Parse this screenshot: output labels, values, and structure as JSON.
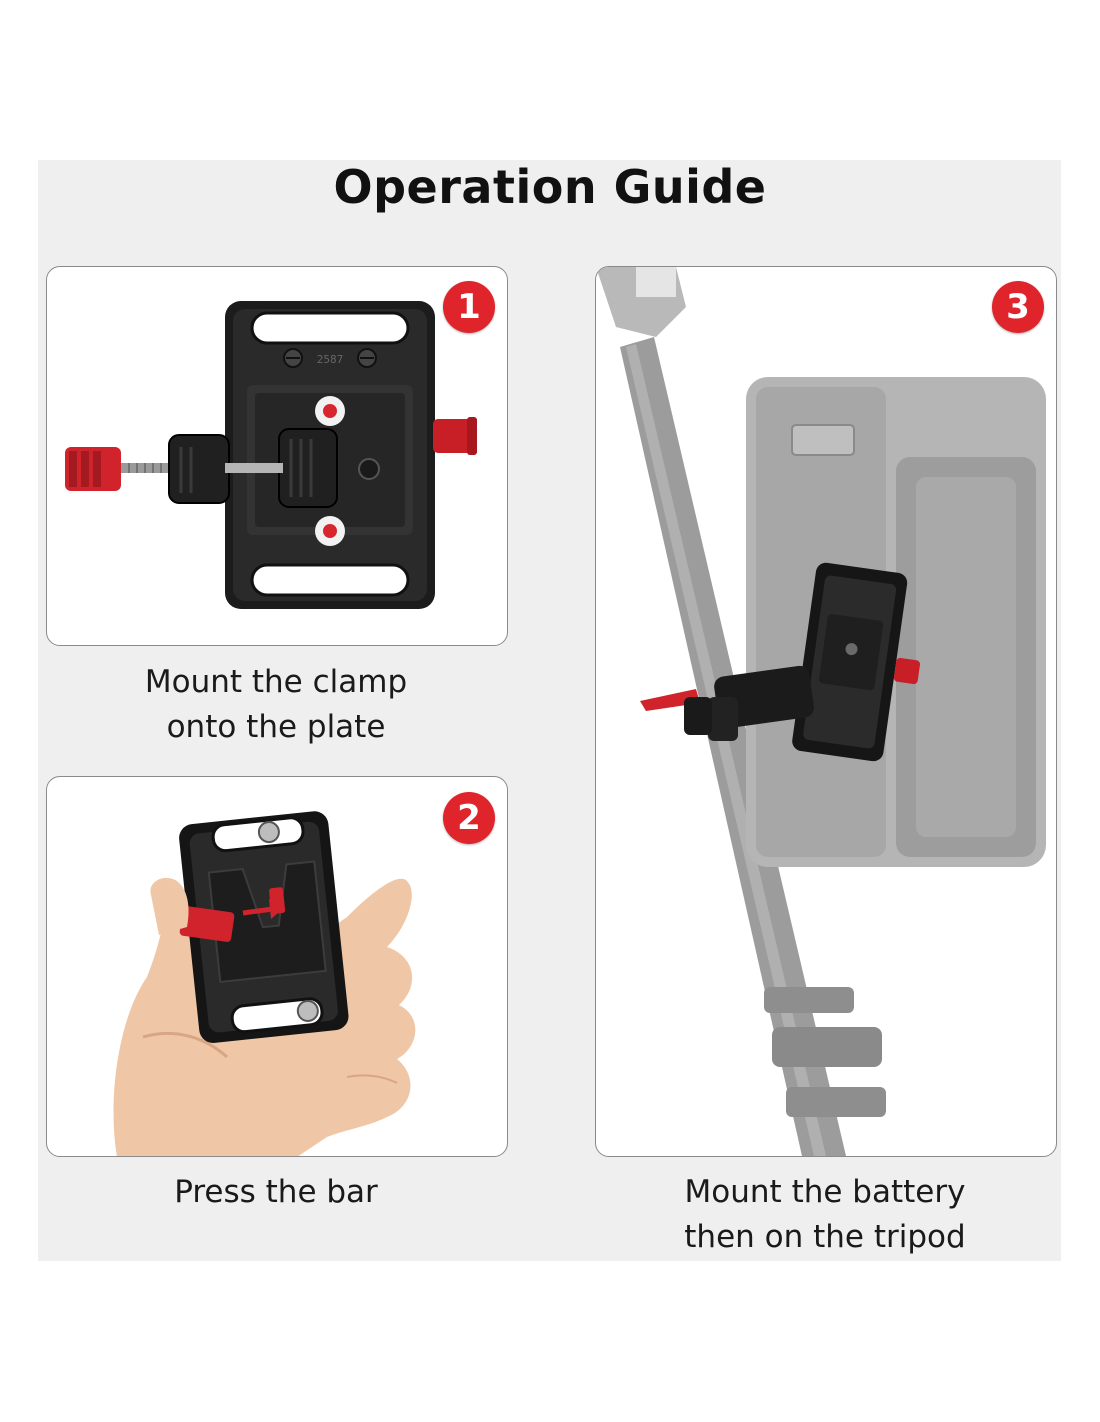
{
  "page": {
    "title": "Operation Guide"
  },
  "steps": [
    {
      "number": "1",
      "caption_line1": "Mount the clamp",
      "caption_line2": "onto the plate",
      "plate_mark": "2587"
    },
    {
      "number": "2",
      "caption_line1": "Press the bar"
    },
    {
      "number": "3",
      "caption_line1": "Mount the battery",
      "caption_line2": "then on the tripod"
    }
  ],
  "colors": {
    "accent_red": "#e0242c",
    "background": "#efefef",
    "panel_border": "#8a8a8a"
  }
}
